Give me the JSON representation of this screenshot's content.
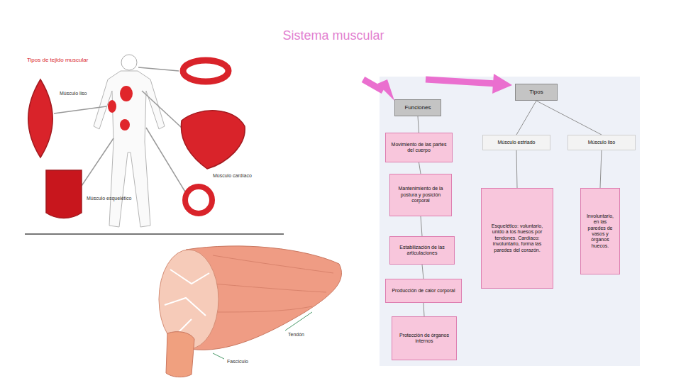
{
  "diagram": {
    "title": "Sistema muscular",
    "nodes": [
      {
        "text": [
          "Funciones"
        ]
      },
      {
        "text": [
          "Movimiento de las partes del cuerpo"
        ]
      },
      {
        "text": [
          "Mantenimiento de la postura y posición corporal"
        ]
      },
      {
        "text": [
          "Estabilización de las articulaciones"
        ]
      },
      {
        "text": [
          "Producción de calor corporal"
        ]
      },
      {
        "text": [
          "Protección de órganos internos"
        ]
      },
      {
        "text": [
          "Tipos"
        ]
      },
      {
        "text": [
          "Músculo estriado"
        ]
      },
      {
        "text": [
          "Músculo liso"
        ]
      },
      {
        "text": [
          "Esquelético: voluntario, unido a los huesos por tendones. Cardíaco: involuntario, forma las paredes del corazón."
        ]
      },
      {
        "text": [
          "Involuntario, en las paredes de vasos y órganos huecos."
        ]
      }
    ],
    "edges": [
      {
        "from": 0,
        "to": 1,
        "arrow": "none"
      },
      {
        "from": 1,
        "to": 2,
        "arrow": "none"
      },
      {
        "from": 2,
        "to": 3,
        "arrow": "none"
      },
      {
        "from": 3,
        "to": 4,
        "arrow": "none"
      },
      {
        "from": 4,
        "to": 5,
        "arrow": "none"
      },
      {
        "from": 6,
        "to": 7,
        "arrow": "none"
      },
      {
        "from": 6,
        "to": 8,
        "arrow": "none"
      },
      {
        "from": 7,
        "to": 9,
        "arrow": "none"
      },
      {
        "from": 8,
        "to": 10,
        "arrow": "none"
      }
    ],
    "labels": [
      "Tipos de tejido muscular",
      "Músculo liso",
      "Músculo cardíaco",
      "Músculo esquelético",
      "Tendón",
      "Fascículo"
    ]
  }
}
